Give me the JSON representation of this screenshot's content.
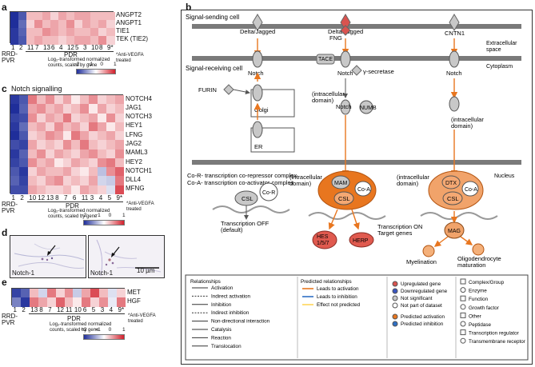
{
  "panel_a": {
    "label": "a",
    "genes": [
      "ANGPT2",
      "ANGPT1",
      "TIE1",
      "TEK (TIE2)"
    ],
    "cols_rrd": [
      "1",
      "2"
    ],
    "cols_pdr": [
      "11",
      "7",
      "13",
      "6",
      "4",
      "12",
      "5",
      "3",
      "10",
      "8",
      "9*"
    ],
    "rrd_label": "RRD-\nPVR",
    "pdr_label": "PDR",
    "scale_label": "Log₂-transformed normalized counts, scaled by gene",
    "treated_note": "*Anti-VEGFA treated",
    "ticks": [
      "−2",
      "−1",
      "0",
      "1"
    ],
    "values": [
      [
        -2.0,
        -1.6,
        0.3,
        0.3,
        0.4,
        0.2,
        0.4,
        0.3,
        0.4,
        0.4,
        0.3,
        0.3,
        0.3
      ],
      [
        -2.0,
        -1.4,
        0.2,
        0.5,
        0.3,
        0.4,
        0.3,
        0.5,
        0.2,
        0.4,
        0.3,
        0.4,
        0.2
      ],
      [
        -1.9,
        -1.5,
        0.3,
        0.3,
        0.5,
        0.4,
        0.3,
        0.4,
        0.3,
        0.3,
        0.4,
        0.2,
        0.3
      ],
      [
        -1.9,
        -1.6,
        0.3,
        0.4,
        0.3,
        0.3,
        0.2,
        0.3,
        0.4,
        0.4,
        0.3,
        0.5,
        0.2
      ]
    ]
  },
  "panel_c": {
    "label": "c",
    "title": "Notch signalling",
    "genes": [
      "NOTCH4",
      "JAG1",
      "NOTCH3",
      "HEY1",
      "LFNG",
      "JAG2",
      "MAML3",
      "HEY2",
      "NOTCH1",
      "DLL4",
      "MFNG"
    ],
    "cols_rrd": [
      "1",
      "2"
    ],
    "cols_pdr": [
      "10",
      "12",
      "13",
      "8",
      "7",
      "6",
      "11",
      "3",
      "4",
      "5",
      "9*"
    ],
    "rrd_label": "RRD-\nPVR",
    "pdr_label": "PDR",
    "scale_label": "Log₂-transformed normalized counts, scaled by gene",
    "treated_note": "*Anti-VEGFA treated",
    "ticks": [
      "−2",
      "−1",
      "0",
      "1"
    ],
    "values": [
      [
        -1.9,
        -1.6,
        0.6,
        0.3,
        0.5,
        0.2,
        0.4,
        0.1,
        0.3,
        0.5,
        0.2,
        0.3,
        0.4
      ],
      [
        -2.0,
        -1.5,
        0.4,
        0.5,
        0.3,
        0.4,
        0.2,
        0.3,
        0.5,
        0.1,
        0.4,
        0.2,
        0.3
      ],
      [
        -1.8,
        -1.7,
        0.5,
        0.2,
        0.4,
        0.3,
        0.6,
        0.2,
        0.3,
        0.4,
        0.1,
        0.5,
        0.2
      ],
      [
        -1.9,
        -1.4,
        0.3,
        0.4,
        0.2,
        0.5,
        0.3,
        0.4,
        0.2,
        0.6,
        0.4,
        0.1,
        0.3
      ],
      [
        -2.0,
        -1.6,
        0.2,
        0.3,
        0.5,
        0.4,
        0.1,
        0.6,
        0.4,
        0.2,
        0.3,
        0.4,
        0.2
      ],
      [
        -1.7,
        -1.8,
        0.4,
        0.2,
        0.3,
        0.2,
        0.5,
        0.3,
        0.6,
        0.3,
        0.2,
        0.3,
        0.4
      ],
      [
        -1.9,
        -1.5,
        0.3,
        0.5,
        0.2,
        0.4,
        0.3,
        0.2,
        0.4,
        0.5,
        0.3,
        0.2,
        0.5
      ],
      [
        -1.8,
        -1.6,
        0.5,
        0.3,
        0.4,
        0.1,
        0.2,
        0.4,
        0.3,
        0.2,
        0.5,
        0.6,
        0.3
      ],
      [
        -1.6,
        -1.9,
        0.2,
        0.4,
        0.3,
        0.3,
        0.4,
        0.2,
        0.1,
        0.3,
        -0.6,
        0.5,
        0.7
      ],
      [
        -1.5,
        -1.8,
        0.3,
        0.2,
        0.4,
        0.5,
        0.2,
        0.3,
        0.2,
        0.4,
        -0.4,
        -0.5,
        0.6
      ],
      [
        -1.7,
        -1.7,
        0.4,
        0.3,
        0.2,
        0.2,
        0.3,
        0.1,
        0.4,
        0.3,
        0.2,
        -0.3,
        0.8
      ]
    ]
  },
  "panel_d": {
    "label": "d",
    "left_caption": "Notch-1",
    "right_caption": "Notch-1",
    "scalebar": "10 µm"
  },
  "panel_e": {
    "label": "e",
    "genes": [
      "MET",
      "HGF"
    ],
    "cols_rrd": [
      "1",
      "2"
    ],
    "cols_pdr": [
      "13",
      "8",
      "7",
      "12",
      "11",
      "10",
      "6",
      "5",
      "3",
      "4",
      "9*"
    ],
    "rrd_label": "RRD-\nPVR",
    "pdr_label": "PDR",
    "scale_label": "Log₂-transformed normalized counts, scaled by gene",
    "treated_note": "*Anti-VEGFA treated",
    "ticks": [
      "−2",
      "−1",
      "0",
      "1"
    ],
    "values": [
      [
        -1.8,
        -1.5,
        0.3,
        -0.4,
        0.6,
        0.2,
        0.5,
        -0.5,
        0.4,
        0.8,
        0.3,
        -0.3,
        0.2
      ],
      [
        -1.2,
        -1.9,
        0.6,
        0.4,
        0.2,
        0.7,
        0.3,
        0.1,
        0.6,
        0.2,
        0.5,
        -0.2,
        0.6
      ]
    ]
  },
  "panel_b": {
    "label": "b",
    "labels": {
      "sending": "Signal-sending cell",
      "receiving": "Signal-receiving cell",
      "extracellular": "Extracellular\nspace",
      "cytoplasm": "Cytoplasm",
      "nucleus": "Nucleus",
      "delta1": "Delta/Jagged",
      "delta2": "Delta/Jagged",
      "cntn1": "CNTN1",
      "fng": "FNG",
      "tace": "TACE",
      "gsec": "γ-secretase",
      "furin": "FURIN",
      "golgi": "Golgi",
      "er": "ER",
      "notch": "Notch",
      "numb": "NUMB",
      "intra1": "(intracellular\ndomain)",
      "intra2": "(intracellular\ndomain)",
      "intra3": "(intracellular\ndomain)",
      "intra4": "(intracellular\ndomain)",
      "corep": "Co-R- transcription co-repressor complex",
      "coact": "Co-A- transcription co-activator complex",
      "csl": "CSL",
      "cor": "Co-R",
      "coa": "Co-A",
      "mam": "MAM",
      "dtx": "DTX",
      "off": "Transcription OFF\n(default)",
      "on": "Transcription ON\nTarget genes",
      "hes": "HES\n1/5/7",
      "herp": "HERP",
      "mag": "MAG",
      "myelination": "Myelination",
      "oligo": "Oligodendrocyte\nmaturation"
    },
    "legend": {
      "relationships_title": "Relationships",
      "relationships": [
        "Activation",
        "Indirect activation",
        "Inhibition",
        "Indirect inhibition",
        "Non-directional interaction",
        "Catalysis",
        "Reaction",
        "Translocation"
      ],
      "predicted_title": "Predicted relationships",
      "predicted": [
        "Leads to activation",
        "Leads to inhibition",
        "Effect not predicted"
      ],
      "genes": [
        "Upregulated gene",
        "Downregulated gene",
        "Not significant",
        "Not part of dataset"
      ],
      "pred_state": [
        "Predicted activation",
        "Predicted inhibition"
      ],
      "shapes": [
        "Complex/Group",
        "Enzyme",
        "Function",
        "Growth factor",
        "Other",
        "Peptidase",
        "Transcription regulator",
        "Transmembrane receptor"
      ]
    },
    "colors": {
      "activation": "#e8761f",
      "inhibition": "#2f6fc4",
      "up": "#d9534f",
      "down": "#3a55c0",
      "grey": "#c8c8c8",
      "membrane": "#7a7a7a"
    }
  }
}
